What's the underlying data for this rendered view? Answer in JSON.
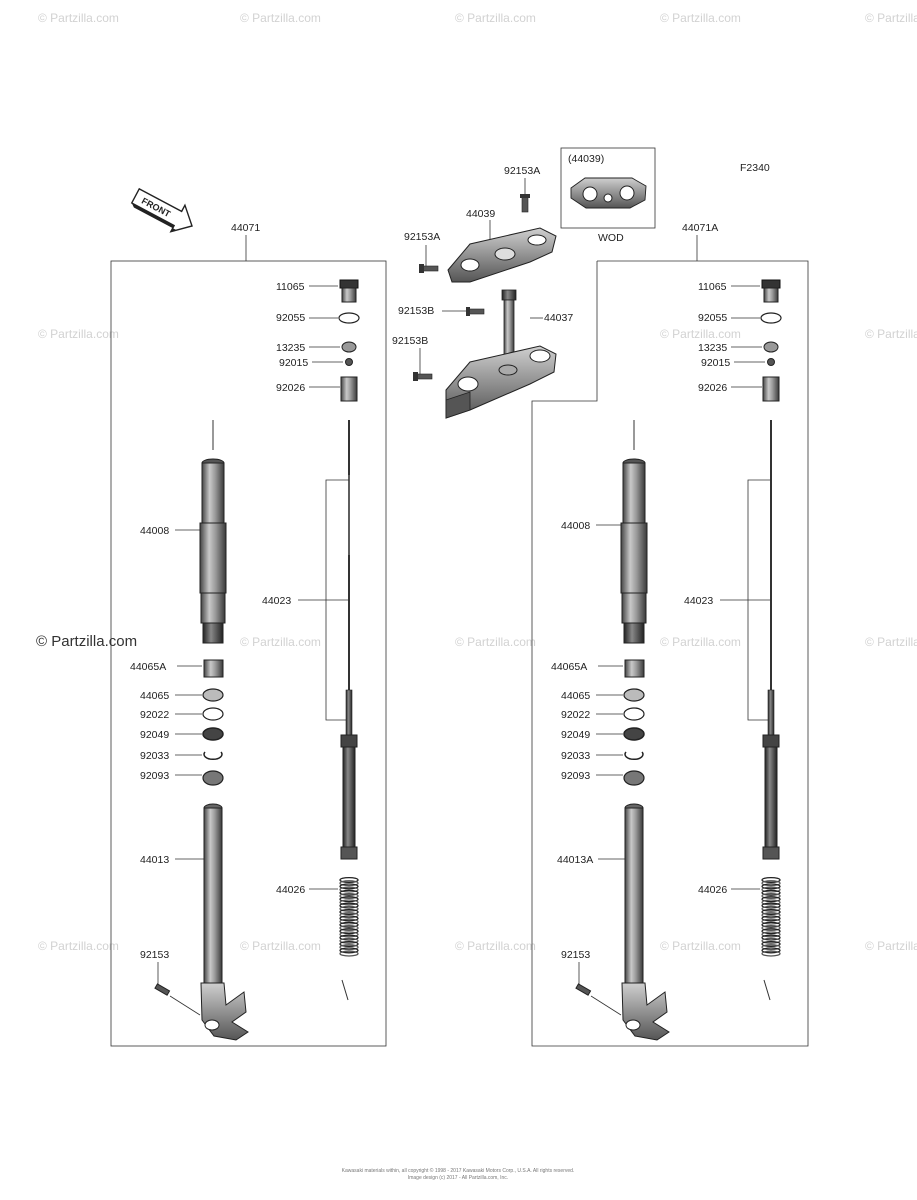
{
  "diagram": {
    "figure_code": "F2340",
    "front_label": "FRONT",
    "assembly_left": "44071",
    "assembly_right": "44071A",
    "inset_title": "(44039)",
    "inset_caption": "WOD",
    "watermark": "© Partzilla.com",
    "copyright_line1": "Kawasaki materials within, all copyright © 1998 - 2017 Kawasaki Motors Corp., U.S.A. All rights reserved.",
    "copyright_line2": "Image design (c) 2017 - All Partzilla.com, Inc."
  },
  "center_labels": {
    "c_92153A_top": "92153A",
    "c_44039": "44039",
    "c_92153A_left": "92153A",
    "c_92153B_a": "92153B",
    "c_44037": "44037",
    "c_92153B_b": "92153B"
  },
  "left_labels": {
    "l_11065": "11065",
    "l_92055": "92055",
    "l_13235": "13235",
    "l_92015": "92015",
    "l_92026": "92026",
    "l_44008": "44008",
    "l_44023": "44023",
    "l_44065A": "44065A",
    "l_44065": "44065",
    "l_92022": "92022",
    "l_92049": "92049",
    "l_92033": "92033",
    "l_92093": "92093",
    "l_44013": "44013",
    "l_44026": "44026",
    "l_92153": "92153"
  },
  "right_labels": {
    "r_11065": "11065",
    "r_92055": "92055",
    "r_13235": "13235",
    "r_92015": "92015",
    "r_92026": "92026",
    "r_44008": "44008",
    "r_44023": "44023",
    "r_44065A": "44065A",
    "r_44065": "44065",
    "r_92022": "92022",
    "r_92049": "92049",
    "r_92033": "92033",
    "r_92093": "92093",
    "r_44013A": "44013A",
    "r_44026": "44026",
    "r_92153": "92153"
  }
}
